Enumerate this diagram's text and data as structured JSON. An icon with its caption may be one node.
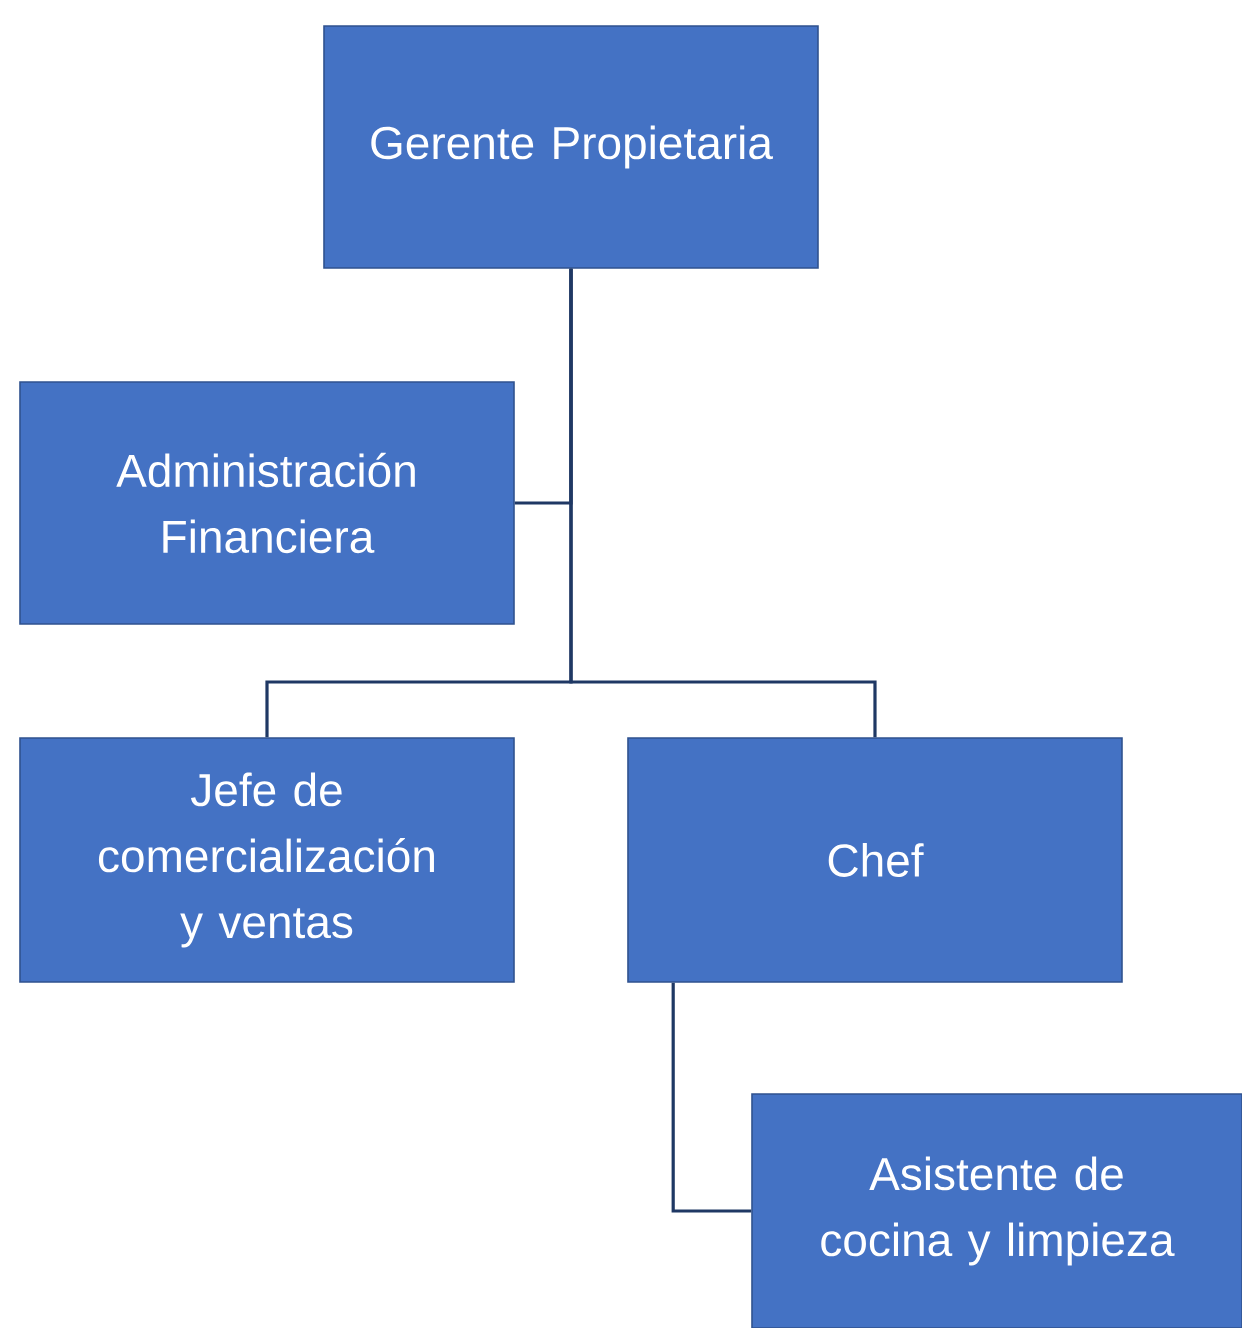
{
  "diagram": {
    "nodes": [
      {
        "text": [
          "Gerente Propietaria"
        ]
      },
      {
        "text": [
          "Administración Financiera"
        ]
      },
      {
        "text": [
          "Jefe de comercialización y ventas"
        ]
      },
      {
        "text": [
          "Chef"
        ]
      },
      {
        "text": [
          "Asistente de cocina y limpieza"
        ]
      }
    ],
    "edges": [
      {
        "from": 0,
        "to": 1,
        "arrow": "none"
      },
      {
        "from": 0,
        "to": 2,
        "arrow": "none"
      },
      {
        "from": 0,
        "to": 3,
        "arrow": "none"
      },
      {
        "from": 3,
        "to": 4,
        "arrow": "none"
      }
    ]
  }
}
